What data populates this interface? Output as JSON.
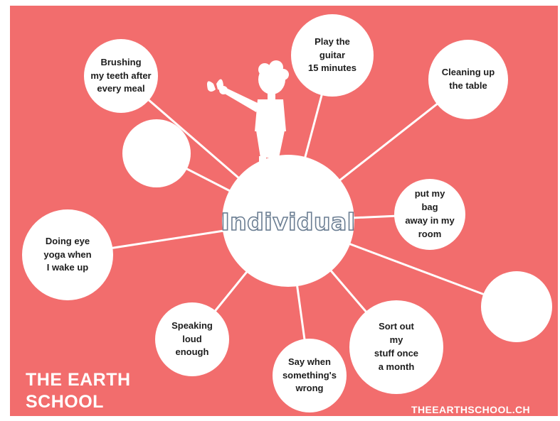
{
  "diagram": {
    "center": {
      "label": "Individual"
    },
    "bubbles": [
      {
        "id": "brushing",
        "label": "Brushing\nmy teeth  after\nevery meal"
      },
      {
        "id": "guitar",
        "label": "Play the\nguitar\n15 minutes"
      },
      {
        "id": "cleaning",
        "label": "Cleaning up\nthe table"
      },
      {
        "id": "blank-left",
        "label": ""
      },
      {
        "id": "bag",
        "label": "put my\nbag\naway in my\nroom"
      },
      {
        "id": "eye-yoga",
        "label": "Doing eye\nyoga when\nI wake up"
      },
      {
        "id": "blank-right",
        "label": ""
      },
      {
        "id": "speaking",
        "label": "Speaking\nloud\nenough"
      },
      {
        "id": "sort-out",
        "label": "Sort out\nmy\nstuff once\na month"
      },
      {
        "id": "say-when",
        "label": "Say when\nsomething's\nwrong"
      }
    ]
  },
  "brand": {
    "title": "THE EARTH\nSCHOOL",
    "url": "THEEARTHSCHOOL.CH"
  },
  "colors": {
    "background": "#f26d6d",
    "bubble": "#ffffff",
    "connector": "#ffffff",
    "text": "#1d1d1d",
    "center_outline": "#6a7d92"
  }
}
